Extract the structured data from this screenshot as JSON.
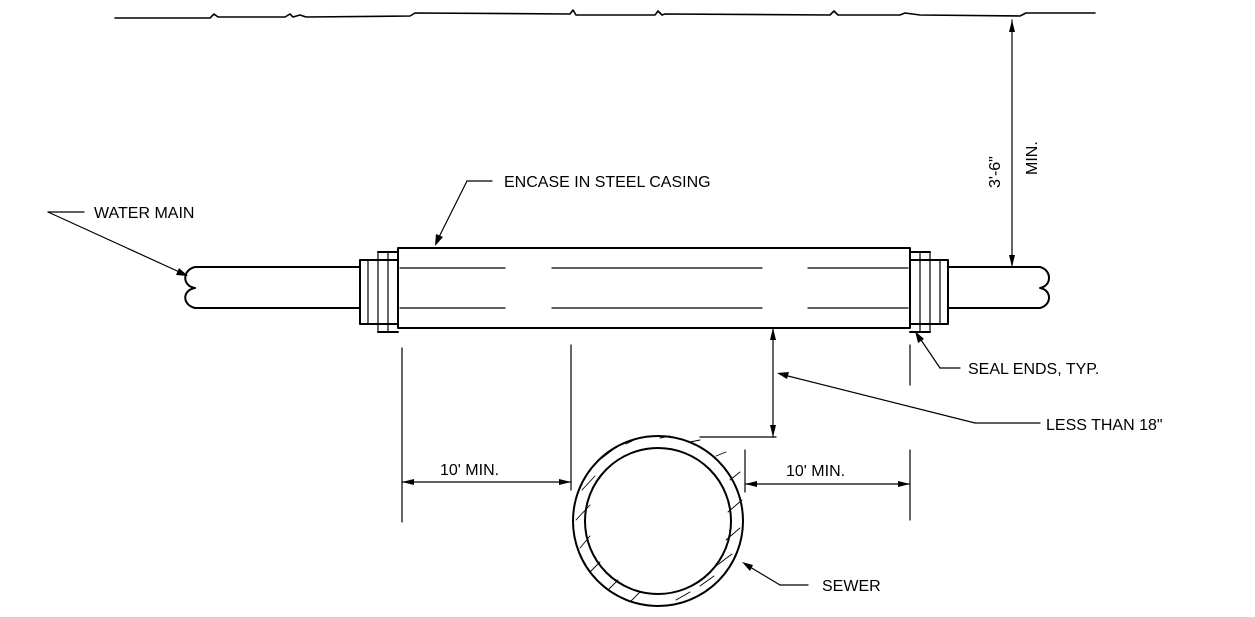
{
  "labels": {
    "water_main": "WATER MAIN",
    "encase": "ENCASE IN STEEL CASING",
    "seal_ends": "SEAL ENDS, TYP.",
    "less_than": "LESS THAN 18\"",
    "sewer": "SEWER",
    "clear_left": "10' MIN.",
    "clear_right": "10' MIN.",
    "depth_value": "3'-6\"",
    "depth_min": "MIN."
  }
}
